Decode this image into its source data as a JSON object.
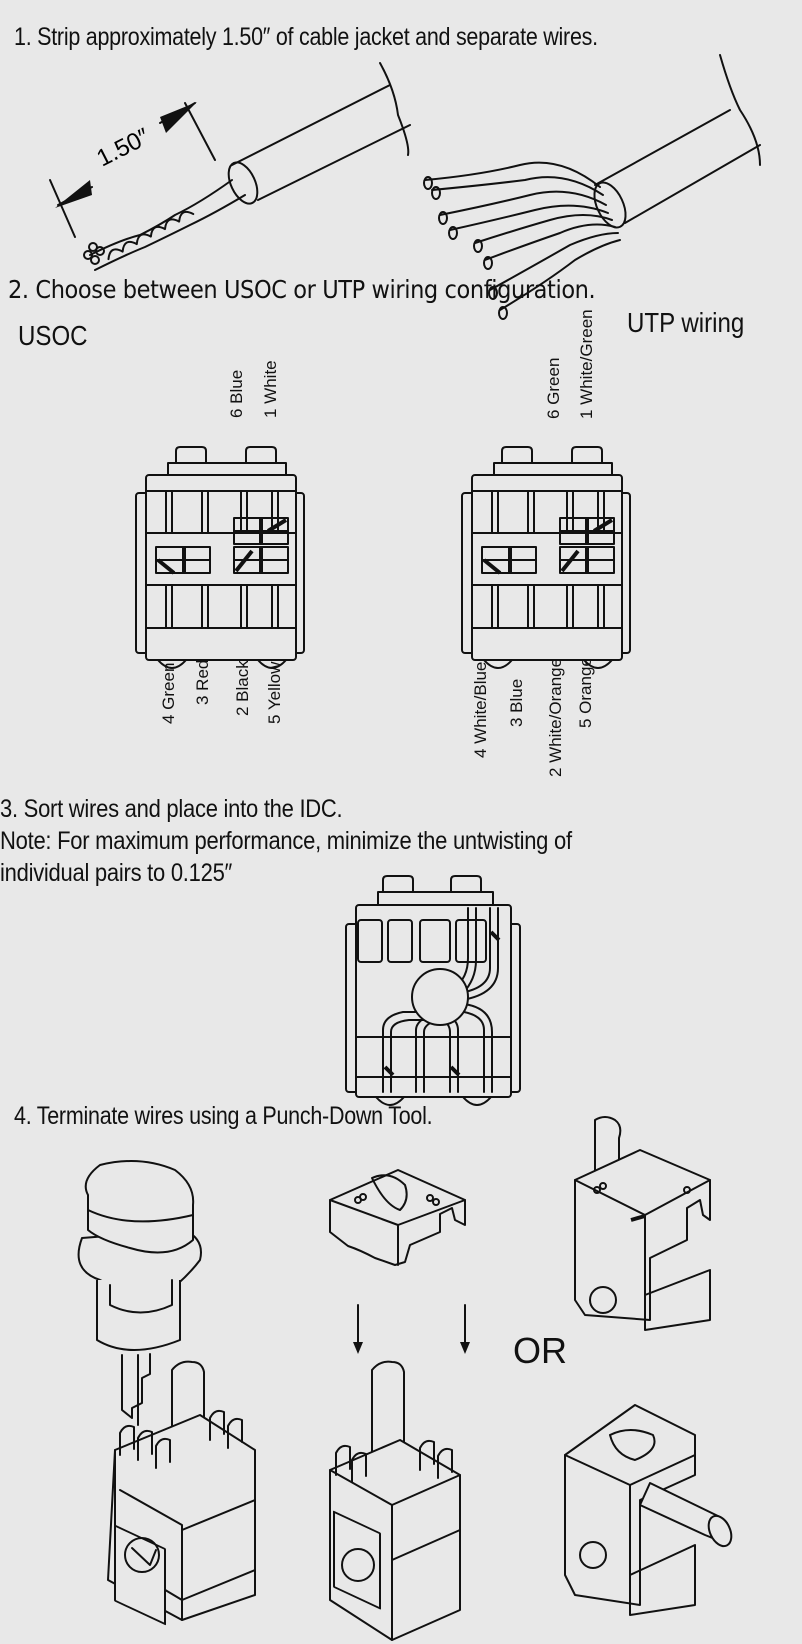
{
  "steps": [
    {
      "number": 1,
      "text": "1. Strip approximately 1.50″ of cable jacket and separate wires."
    },
    {
      "number": 2,
      "text": "2. Choose between USOC or UTP wiring configuration."
    },
    {
      "number": 3,
      "text": "3. Sort wires and place into the IDC.",
      "note_line1": "Note: For maximum performance, minimize the untwisting of",
      "note_line2": "individual pairs to 0.125″"
    },
    {
      "number": 4,
      "text": "4. Terminate wires using a Punch-Down Tool."
    }
  ],
  "strip_diagram": {
    "dimension_label": "1.50″"
  },
  "wiring": {
    "usoc": {
      "title": "USOC",
      "top_labels": [
        "6 Blue",
        "1 White"
      ],
      "bottom_labels": [
        "4 Green",
        "3 Red",
        "2 Black",
        "5 Yellow"
      ]
    },
    "utp": {
      "title": "UTP wiring",
      "top_labels": [
        "6 Green",
        "1 White/Green"
      ],
      "bottom_labels": [
        "4 White/Blue",
        "3 Blue",
        "2 White/Orange",
        "5 Orange"
      ]
    }
  },
  "terminate": {
    "or_label": "OR"
  }
}
